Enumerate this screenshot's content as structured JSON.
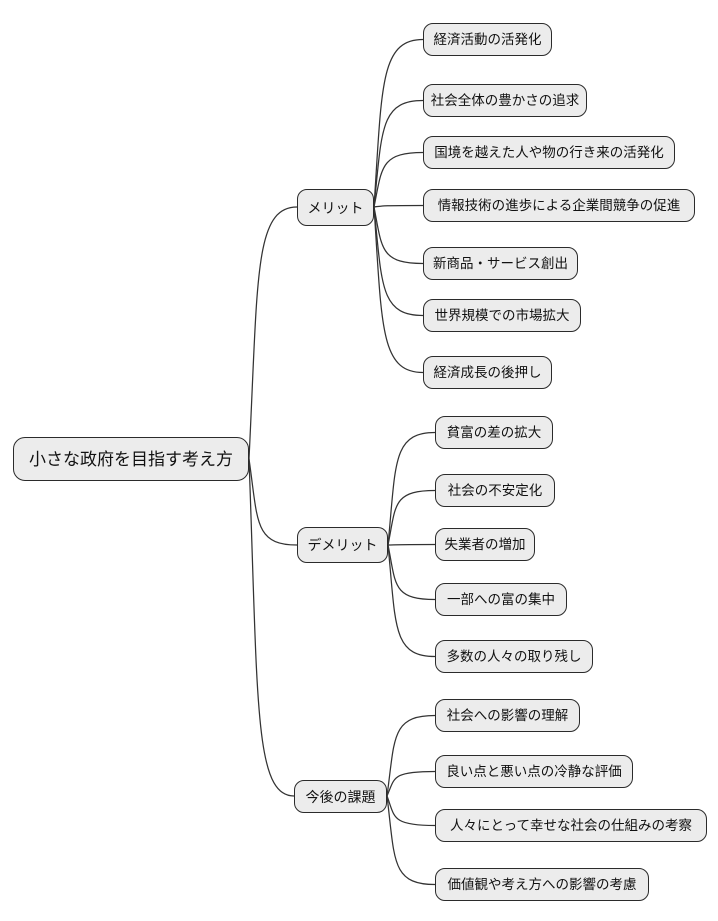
{
  "diagram": {
    "type": "mindmap",
    "root": {
      "label": "小さな政府を目指す考え方"
    },
    "branches": [
      {
        "label": "メリット",
        "children": [
          "経済活動の活発化",
          "社会全体の豊かさの追求",
          "国境を越えた人や物の行き来の活発化",
          "情報技術の進歩による企業間競争の促進",
          "新商品・サービス創出",
          "世界規模での市場拡大",
          "経済成長の後押し"
        ]
      },
      {
        "label": "デメリット",
        "children": [
          "貧富の差の拡大",
          "社会の不安定化",
          "失業者の増加",
          "一部への富の集中",
          "多数の人々の取り残し"
        ]
      },
      {
        "label": "今後の課題",
        "children": [
          "社会への影響の理解",
          "良い点と悪い点の冷静な評価",
          "人々にとって幸せな社会の仕組みの考察",
          "価値観や考え方への影響の考慮"
        ]
      }
    ],
    "colors": {
      "node_fill": "#ececec",
      "node_border": "#2b2b2b",
      "edge": "#333333",
      "text": "#111111",
      "background": "#ffffff"
    }
  }
}
